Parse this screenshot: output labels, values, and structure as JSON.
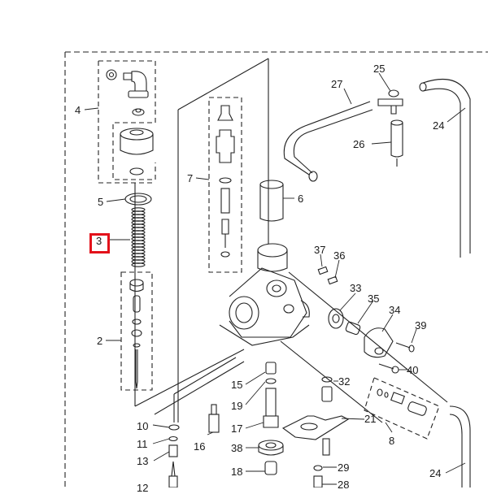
{
  "diagram": {
    "title": "Carburetor exploded parts diagram",
    "highlight_color": "#e3121b",
    "highlighted_callout": "3",
    "callouts": [
      {
        "id": "c2",
        "text": "2"
      },
      {
        "id": "c3",
        "text": "3"
      },
      {
        "id": "c4",
        "text": "4"
      },
      {
        "id": "c5",
        "text": "5"
      },
      {
        "id": "c6",
        "text": "6"
      },
      {
        "id": "c7",
        "text": "7"
      },
      {
        "id": "c8",
        "text": "8"
      },
      {
        "id": "c10",
        "text": "10"
      },
      {
        "id": "c11",
        "text": "11"
      },
      {
        "id": "c12",
        "text": "12"
      },
      {
        "id": "c13",
        "text": "13"
      },
      {
        "id": "c15",
        "text": "15"
      },
      {
        "id": "c16",
        "text": "16"
      },
      {
        "id": "c17",
        "text": "17"
      },
      {
        "id": "c18",
        "text": "18"
      },
      {
        "id": "c19",
        "text": "19"
      },
      {
        "id": "c21",
        "text": "21"
      },
      {
        "id": "c24a",
        "text": "24"
      },
      {
        "id": "c24b",
        "text": "24"
      },
      {
        "id": "c25",
        "text": "25"
      },
      {
        "id": "c26",
        "text": "26"
      },
      {
        "id": "c27",
        "text": "27"
      },
      {
        "id": "c28",
        "text": "28"
      },
      {
        "id": "c29",
        "text": "29"
      },
      {
        "id": "c32",
        "text": "32"
      },
      {
        "id": "c33",
        "text": "33"
      },
      {
        "id": "c34",
        "text": "34"
      },
      {
        "id": "c35",
        "text": "35"
      },
      {
        "id": "c36",
        "text": "36"
      },
      {
        "id": "c37",
        "text": "37"
      },
      {
        "id": "c38",
        "text": "38"
      },
      {
        "id": "c39",
        "text": "39"
      },
      {
        "id": "c40",
        "text": "40"
      }
    ]
  }
}
